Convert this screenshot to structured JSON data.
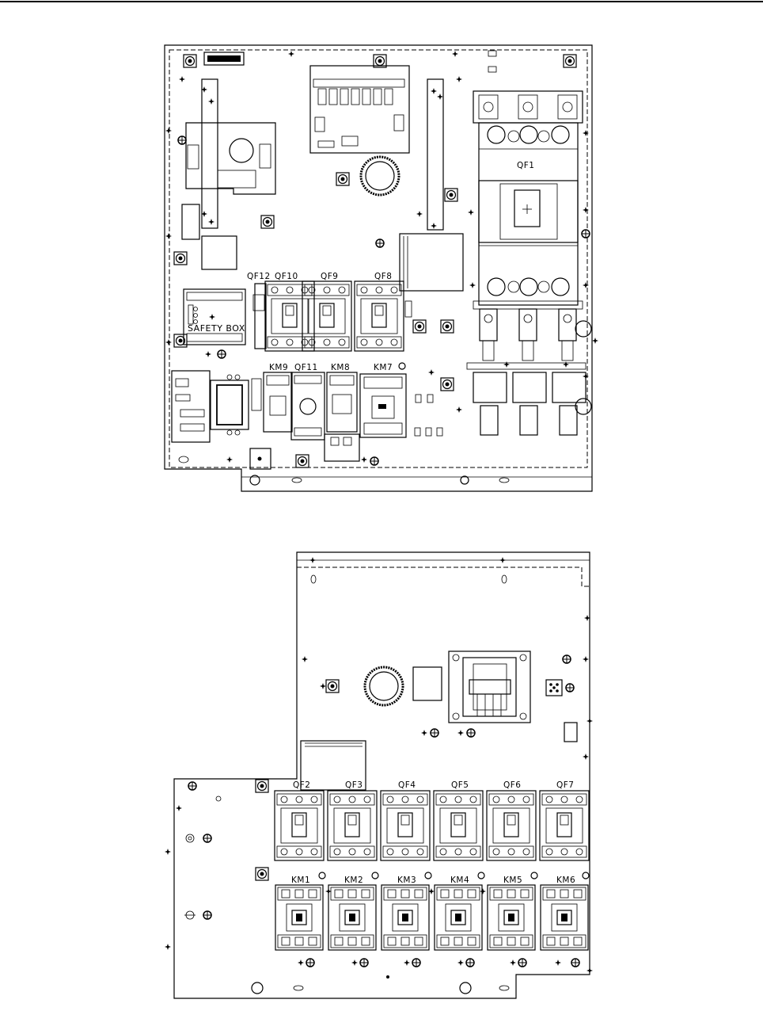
{
  "panel1": {
    "breakers": [
      "QF12",
      "QF10",
      "QF9",
      "QF8"
    ],
    "main_breaker": "QF1",
    "contactors": [
      "KM9",
      "QF11",
      "KM8",
      "KM7"
    ],
    "safety_box": "SAFETY BOX"
  },
  "panel2": {
    "breakers": [
      "QF2",
      "QF3",
      "QF4",
      "QF5",
      "QF6",
      "QF7"
    ],
    "contactors": [
      "KM1",
      "KM2",
      "KM3",
      "KM4",
      "KM5",
      "KM6"
    ]
  }
}
